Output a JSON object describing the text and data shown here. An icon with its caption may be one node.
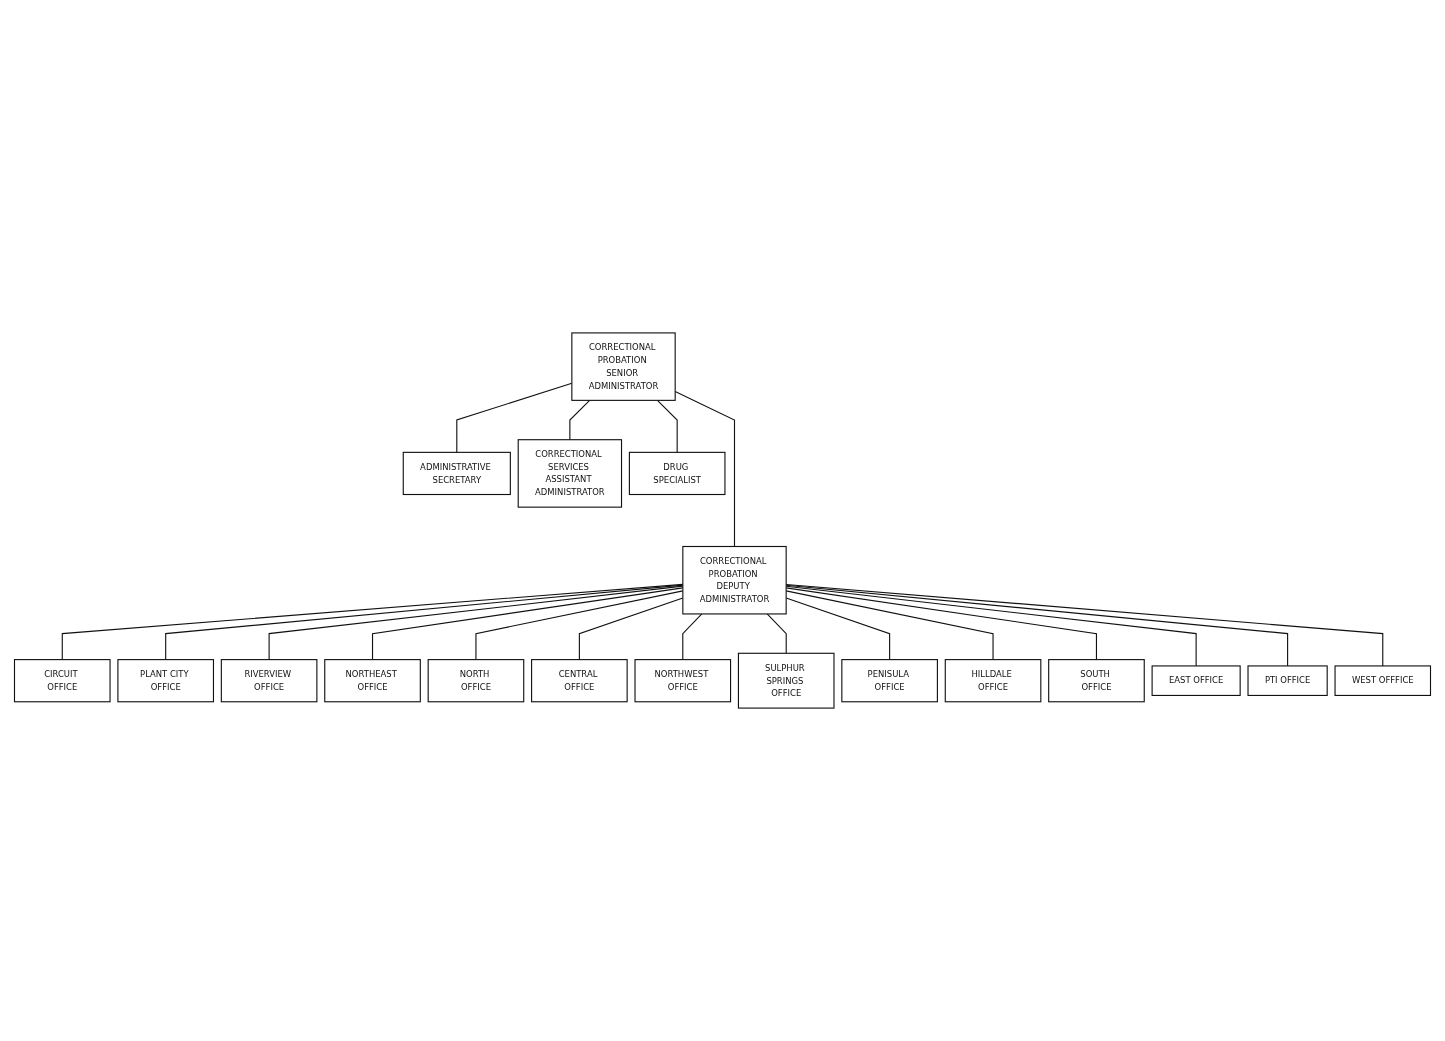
{
  "diagram": {
    "nodes": [
      {
        "text": [
          "CORRECTIONAL PROBATION SENIOR ADMINISTRATOR"
        ]
      },
      {
        "text": [
          "ADMINISTRATIVE SECRETARY"
        ]
      },
      {
        "text": [
          "CORRECTIONAL SERVICES ASSISTANT ADMINISTRATOR"
        ]
      },
      {
        "text": [
          "DRUG SPECIALIST"
        ]
      },
      {
        "text": [
          "CORRECTIONAL PROBATION DEPUTY ADMINISTRATOR"
        ]
      },
      {
        "text": [
          "CIRCUIT OFFICE"
        ]
      },
      {
        "text": [
          "PLANT CITY OFFICE"
        ]
      },
      {
        "text": [
          "RIVERVIEW OFFICE"
        ]
      },
      {
        "text": [
          "NORTHEAST OFFICE"
        ]
      },
      {
        "text": [
          "NORTH OFFICE"
        ]
      },
      {
        "text": [
          "CENTRAL OFFICE"
        ]
      },
      {
        "text": [
          "NORTHWEST OFFICE"
        ]
      },
      {
        "text": [
          "SULPHUR SPRINGS OFFICE"
        ]
      },
      {
        "text": [
          "PENISULA OFFICE"
        ]
      },
      {
        "text": [
          "HILLDALE OFFICE"
        ]
      },
      {
        "text": [
          "SOUTH OFFICE"
        ]
      },
      {
        "text": [
          "EAST OFFICE"
        ]
      },
      {
        "text": [
          "PTI OFFICE"
        ]
      },
      {
        "text": [
          "WEST OFFFICE"
        ]
      }
    ],
    "edges": [
      {
        "from": 0,
        "to": 1,
        "arrow": "none"
      },
      {
        "from": 0,
        "to": 2,
        "arrow": "none"
      },
      {
        "from": 0,
        "to": 3,
        "arrow": "none"
      },
      {
        "from": 0,
        "to": 4,
        "arrow": "none"
      },
      {
        "from": 4,
        "to": 5,
        "arrow": "none"
      },
      {
        "from": 4,
        "to": 6,
        "arrow": "none"
      },
      {
        "from": 4,
        "to": 7,
        "arrow": "none"
      },
      {
        "from": 4,
        "to": 8,
        "arrow": "none"
      },
      {
        "from": 4,
        "to": 9,
        "arrow": "none"
      },
      {
        "from": 4,
        "to": 10,
        "arrow": "none"
      },
      {
        "from": 4,
        "to": 11,
        "arrow": "none"
      },
      {
        "from": 4,
        "to": 12,
        "arrow": "none"
      },
      {
        "from": 4,
        "to": 13,
        "arrow": "none"
      },
      {
        "from": 4,
        "to": 14,
        "arrow": "none"
      },
      {
        "from": 4,
        "to": 15,
        "arrow": "none"
      },
      {
        "from": 4,
        "to": 16,
        "arrow": "none"
      },
      {
        "from": 4,
        "to": 17,
        "arrow": "none"
      },
      {
        "from": 4,
        "to": 18,
        "arrow": "none"
      }
    ]
  }
}
